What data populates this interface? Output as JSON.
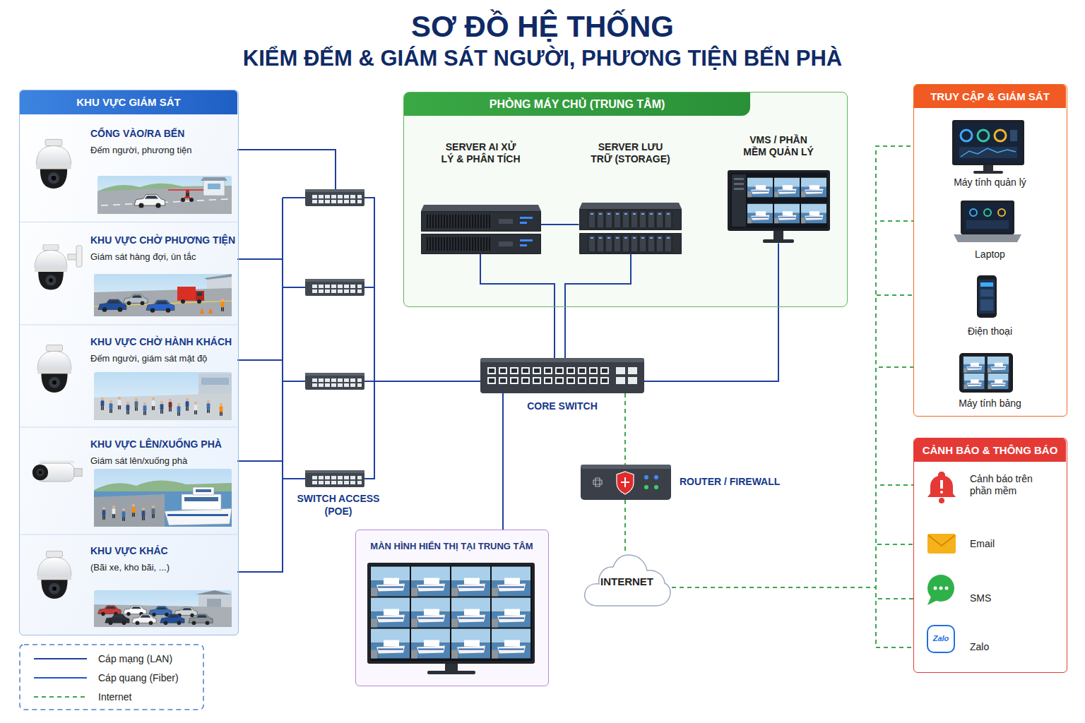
{
  "diagram": {
    "title": "SƠ ĐỒ HỆ THỐNG",
    "nodes": [
      {
        "text": [
          "KHU VỰC GIÁM SÁT"
        ]
      },
      {
        "text": [
          "CỔNG VÀO/RA BẾN",
          "Đếm người, phương tiện"
        ],
        "in": 0
      },
      {
        "text": [
          "KHU VỰC CHỜ PHƯƠNG TIỆN",
          "Giám sát hàng đợi, ùn tắc"
        ],
        "in": 0
      },
      {
        "text": [
          "KHU VỰC CHỜ HÀNH KHÁCH",
          "Đếm người, giám sát mật độ"
        ],
        "in": 0
      },
      {
        "text": [
          "KHU VỰC LÊN/XUỐNG PHÀ",
          "Giám sát lên/xuống phà"
        ],
        "in": 0
      },
      {
        "text": [
          "KHU VỰC KHÁC",
          "(Bãi xe, kho bãi, ...)"
        ],
        "in": 0
      },
      {
        "text": [
          "SWITCH ACCESS (POE)"
        ]
      },
      {
        "text": [
          "PHÒNG MÁY CHỦ (TRUNG TÂM)"
        ]
      },
      {
        "text": [
          "SERVER AI XỬ LÝ & PHÂN TÍCH"
        ],
        "in": 7
      },
      {
        "text": [
          "SERVER LƯU TRỮ (STORAGE)"
        ],
        "in": 7
      },
      {
        "text": [
          "VMS / PHẦN MỀM QUẢN LÝ"
        ],
        "in": 7
      },
      {
        "text": [
          "CORE SWITCH"
        ]
      },
      {
        "text": [
          "ROUTER / FIREWALL"
        ]
      },
      {
        "text": [
          "MÀN HÌNH HIỂN THỊ TẠI TRUNG TÂM"
        ]
      },
      {
        "text": [
          "INTERNET"
        ]
      },
      {
        "text": [
          "TRUY CẬP & GIÁM SÁT"
        ]
      },
      {
        "text": [
          "Máy tính quản lý"
        ],
        "in": 15
      },
      {
        "text": [
          "Laptop"
        ],
        "in": 15
      },
      {
        "text": [
          "Điện thoại"
        ],
        "in": 15
      },
      {
        "text": [
          "Máy tính bảng"
        ],
        "in": 15
      },
      {
        "text": [
          "CẢNH BÁO & THÔNG BÁO"
        ]
      },
      {
        "text": [
          "Cảnh báo trên phần mềm"
        ],
        "in": 20
      },
      {
        "text": [
          "Email"
        ],
        "in": 20
      },
      {
        "text": [
          "SMS"
        ],
        "in": 20
      },
      {
        "text": [
          "Zalo"
        ],
        "in": 20
      }
    ],
    "edges": [
      {
        "from": 1,
        "to": 6,
        "arrow": "none"
      },
      {
        "from": 2,
        "to": 6,
        "arrow": "none"
      },
      {
        "from": 3,
        "to": 6,
        "arrow": "none"
      },
      {
        "from": 4,
        "to": 6,
        "arrow": "none"
      },
      {
        "from": 5,
        "to": 6,
        "arrow": "none"
      },
      {
        "from": 6,
        "to": 11,
        "arrow": "none"
      },
      {
        "from": 8,
        "to": 9,
        "arrow": "none"
      },
      {
        "from": 8,
        "to": 11,
        "arrow": "none"
      },
      {
        "from": 9,
        "to": 11,
        "arrow": "none"
      },
      {
        "from": 10,
        "to": 11,
        "arrow": "none"
      },
      {
        "from": 11,
        "to": 13,
        "arrow": "none"
      },
      {
        "from": 11,
        "to": 12,
        "arrow": "none"
      },
      {
        "from": 12,
        "to": 14,
        "arrow": "none"
      },
      {
        "from": 14,
        "to": 16,
        "arrow": "none"
      },
      {
        "from": 14,
        "to": 17,
        "arrow": "none"
      },
      {
        "from": 14,
        "to": 18,
        "arrow": "none"
      },
      {
        "from": 14,
        "to": 19,
        "arrow": "none"
      },
      {
        "from": 14,
        "to": 21,
        "arrow": "none"
      },
      {
        "from": 14,
        "to": 22,
        "arrow": "none"
      },
      {
        "from": 14,
        "to": 23,
        "arrow": "none"
      },
      {
        "from": 14,
        "to": 24,
        "arrow": "none"
      }
    ],
    "labels": [
      "KIỂM ĐẾM & GIÁM SÁT NGƯỜI, PHƯƠNG TIỆN BẾN PHÀ",
      "Zalo"
    ],
    "legend": [
      {
        "text": "Cáp mạng (LAN)"
      },
      {
        "text": "Cáp quang (Fiber)"
      },
      {
        "text": "Internet"
      }
    ]
  }
}
